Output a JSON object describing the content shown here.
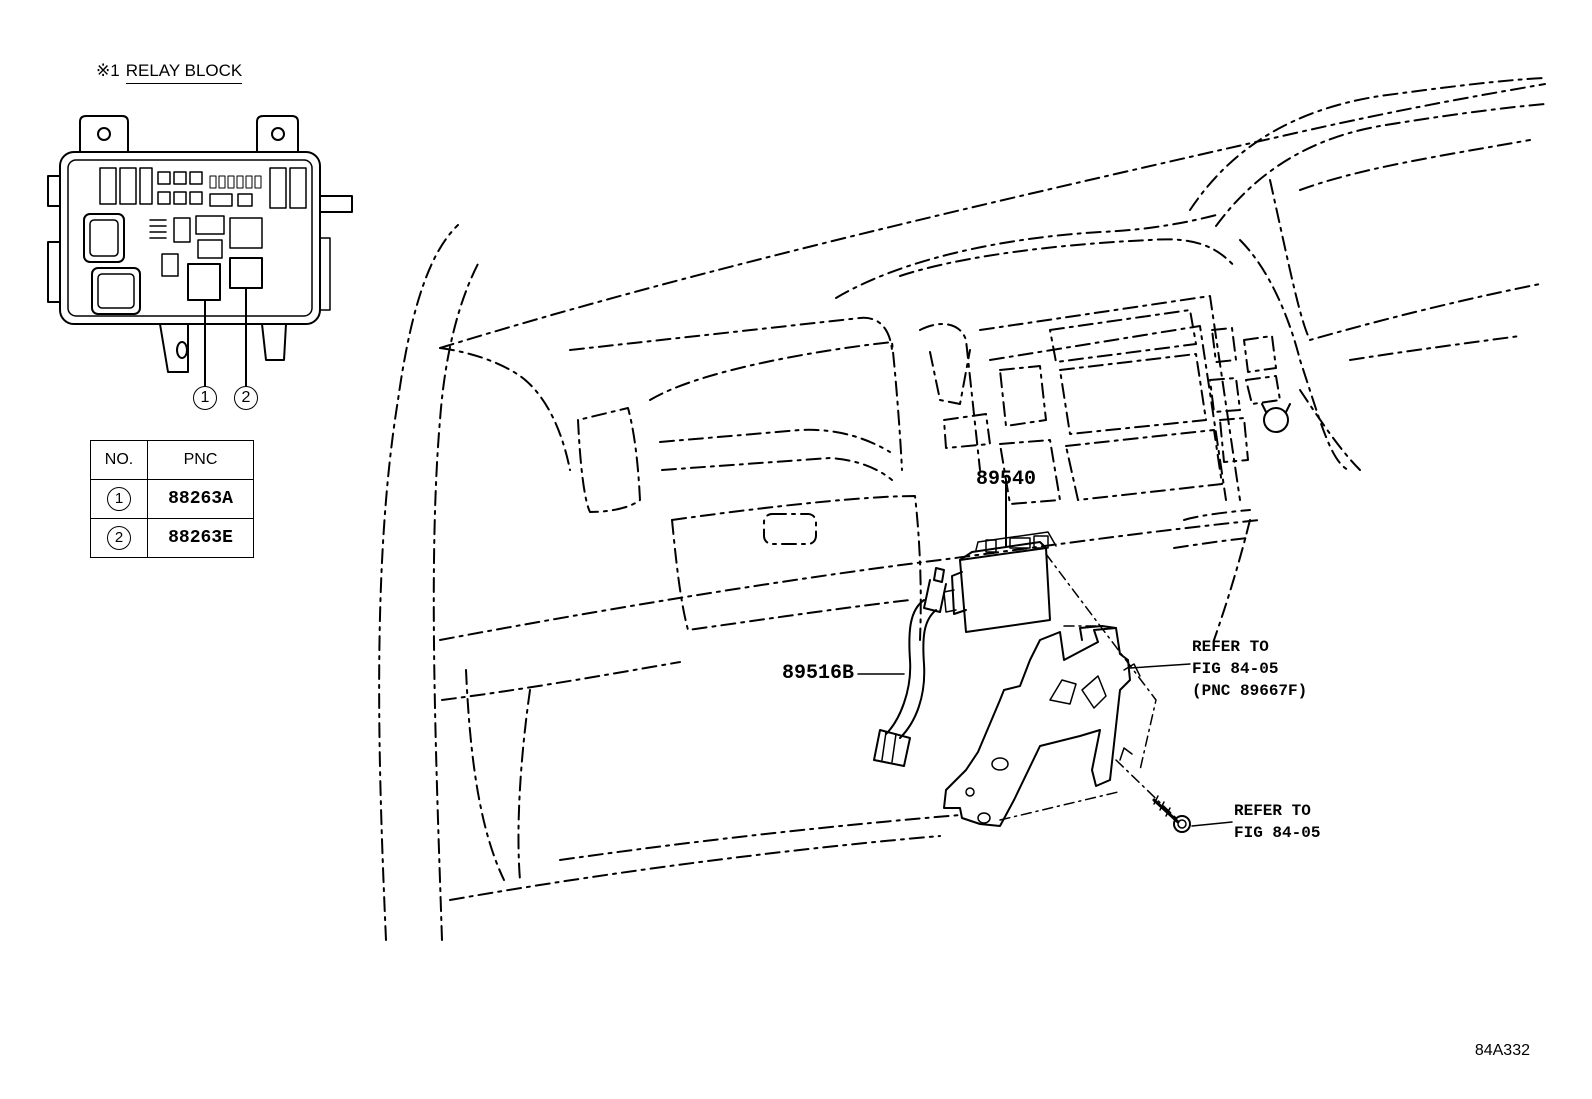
{
  "relay_block": {
    "marker": "※1",
    "title": "RELAY BLOCK",
    "pointers": [
      "1",
      "2"
    ]
  },
  "pnc_table": {
    "headers": {
      "no": "NO.",
      "pnc": "PNC"
    },
    "rows": [
      {
        "no": "1",
        "pnc": "88263A"
      },
      {
        "no": "2",
        "pnc": "88263E"
      }
    ]
  },
  "callouts": {
    "computer": "89540",
    "wire": "89516B"
  },
  "references": {
    "bracket": [
      "REFER TO",
      "FIG 84-05",
      "(PNC 89667F)"
    ],
    "bolt": [
      "REFER TO",
      "FIG 84-05"
    ]
  },
  "diagram_id": "84A332"
}
